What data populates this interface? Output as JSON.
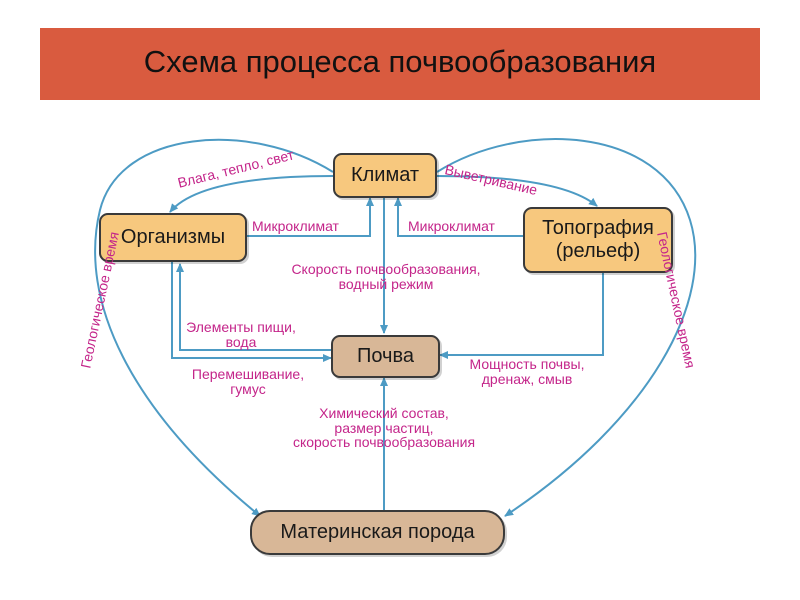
{
  "title": "Схема процесса почвообразования",
  "colors": {
    "title_bar": "#d95b3f",
    "arrow": "#4d9bc4",
    "label": "#c4258a",
    "node_orange": "#f7c87e",
    "node_tan": "#d8b797"
  },
  "nodes": {
    "climate": "Климат",
    "organisms": "Организмы",
    "topography": "Топография\n(рельеф)",
    "soil": "Почва",
    "parent_rock": "Материнская порода"
  },
  "labels": {
    "moisture_heat_light": "Влага, тепло, свет",
    "weathering": "Выветривание",
    "microclimate_left": "Микроклимат",
    "microclimate_right": "Микроклимат",
    "formation_rate": "Скорость почвообразования,\nводный режим",
    "food_elements": "Элементы пищи,\nвода",
    "mixing_humus": "Перемешивание,\nгумус",
    "soil_thickness": "Мощность почвы,\nдренаж, смыв",
    "chemical_composition": "Химический состав,\nразмер частиц,\nскорость почвообразования",
    "geological_time_left": "Геологическое время",
    "geological_time_right": "Геологическое время"
  }
}
